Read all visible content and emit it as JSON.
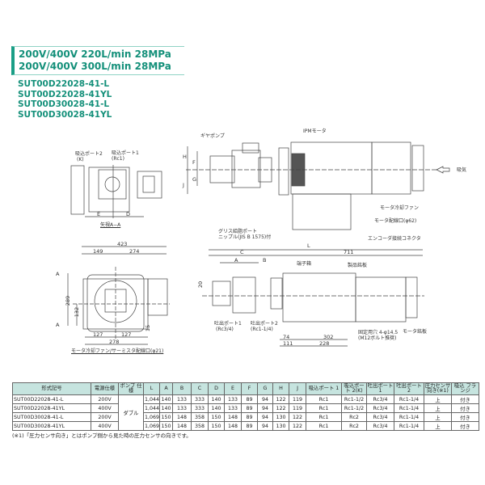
{
  "header": {
    "lines": [
      "200V/400V 220L/min 28MPa",
      "200V/400V 300L/min 28MPa"
    ]
  },
  "models": [
    "SUT00D22028-41-L",
    "SUT00D22028-41YL",
    "SUT00D30028-41-L",
    "SUT00D30028-41YL"
  ],
  "view_aa": {
    "suction_port2": "吸込ポート2",
    "suction_port2_sub": "(K)",
    "suction_port1": "吸込ポート1",
    "suction_port1_sub": "(Rc1)",
    "dim_e": "E",
    "dim_d": "D",
    "caption": "矢視A−A"
  },
  "side_view": {
    "gear_pump": "ギヤポンプ",
    "ipm_motor": "IPMモータ",
    "intake": "吸気",
    "cooling_fan": "モータ冷却ファン",
    "wiring_port": "モータ配線口(φ62)",
    "dim_h": "H",
    "dim_f": "F",
    "dim_g": "G",
    "dim_j": "J"
  },
  "front_view": {
    "d423": "423",
    "d149": "149",
    "d274": "274",
    "d289": "289",
    "d132": "132",
    "d127a": "127",
    "d127b": "127",
    "d278": "278",
    "d15": "15",
    "a_top": "A",
    "a_bottom": "A",
    "fan_port": "モータ冷却ファン/サーミスタ配線口(φ21)"
  },
  "top_view": {
    "grease_port": "グリス給脂ポート",
    "grease_nipple": "ニップル(JIS B 1575)付",
    "encoder": "エンコーダ接続コネクタ",
    "dim_l": "L",
    "dim_c": "C",
    "d711": "711",
    "dim_a": "A",
    "dim_b": "B",
    "terminal_box": "端子箱",
    "nameplate": "製品銘板",
    "motor_plate": "モータ銘板",
    "d20": "20",
    "outlet1": "吐出ポート1",
    "outlet1_sub": "(Rc3/4)",
    "outlet2": "吐出ポート2",
    "outlet2_sub": "(Rc1-1/4)",
    "mount_hole": "固定用穴 4-φ14.5",
    "mount_bolt": "(M12ボルト推奨)",
    "d74": "74",
    "d302": "302",
    "d111": "111",
    "d228": "228"
  },
  "table": {
    "headers": [
      "形式記号",
      "電源仕様",
      "ポンプ 仕様",
      "L",
      "A",
      "B",
      "C",
      "D",
      "E",
      "F",
      "G",
      "H",
      "J",
      "吸込ポート 1",
      "吸込ポート 2(K)",
      "吐出ポート 1",
      "吐出ポート 2",
      "圧力センサ 向き(※1)",
      "吸込 フランジ"
    ],
    "pump_spec": "ダブル",
    "rows": [
      [
        "SUT00D22028-41-L",
        "200V",
        "1,044",
        "140",
        "133",
        "333",
        "140",
        "133",
        "89",
        "94",
        "122",
        "119",
        "Rc1",
        "Rc1-1/2",
        "Rc3/4",
        "Rc1-1/4",
        "上",
        "付き"
      ],
      [
        "SUT00D22028-41YL",
        "400V",
        "1,044",
        "140",
        "133",
        "333",
        "140",
        "133",
        "89",
        "94",
        "122",
        "119",
        "Rc1",
        "Rc1-1/2",
        "Rc3/4",
        "Rc1-1/4",
        "上",
        "付き"
      ],
      [
        "SUT00D30028-41-L",
        "200V",
        "1,069",
        "150",
        "148",
        "358",
        "150",
        "148",
        "89",
        "94",
        "130",
        "122",
        "Rc1",
        "Rc2",
        "Rc3/4",
        "Rc1-1/4",
        "上",
        "付き"
      ],
      [
        "SUT00D30028-41YL",
        "400V",
        "1,069",
        "150",
        "148",
        "358",
        "150",
        "148",
        "89",
        "94",
        "130",
        "122",
        "Rc1",
        "Rc2",
        "Rc3/4",
        "Rc1-1/4",
        "上",
        "付き"
      ]
    ]
  },
  "footnote": "(※1)「圧力センサ向き」とはポンプ側から見た時の圧力センサの向きです。",
  "colors": {
    "accent": "#14907a",
    "table_header": "#c6e4df"
  }
}
